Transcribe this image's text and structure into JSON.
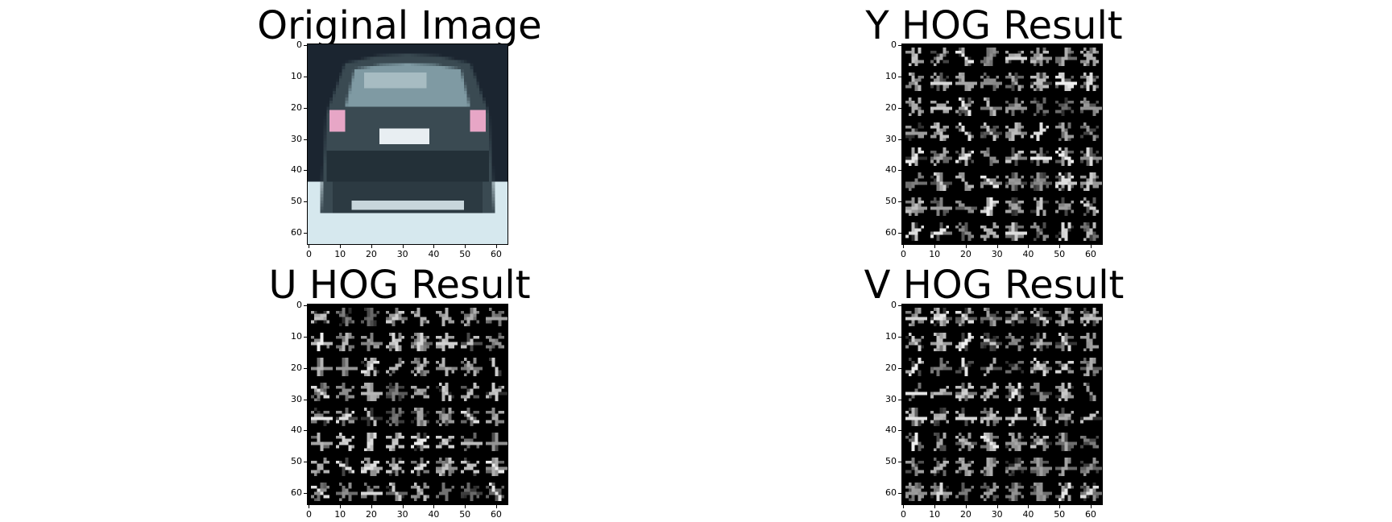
{
  "figure": {
    "panels": [
      {
        "title": "Original Image",
        "kind": "photo",
        "subject": "car-rear-thumbnail",
        "x_ticks": [
          "0",
          "10",
          "20",
          "30",
          "40",
          "50",
          "60"
        ],
        "y_ticks": [
          "0",
          "10",
          "20",
          "30",
          "40",
          "50",
          "60"
        ]
      },
      {
        "title": "Y HOG Result",
        "kind": "hog",
        "channel": "Y",
        "x_ticks": [
          "0",
          "10",
          "20",
          "30",
          "40",
          "50",
          "60"
        ],
        "y_ticks": [
          "0",
          "10",
          "20",
          "30",
          "40",
          "50",
          "60"
        ]
      },
      {
        "title": "U HOG Result",
        "kind": "hog",
        "channel": "U",
        "x_ticks": [
          "0",
          "10",
          "20",
          "30",
          "40",
          "50",
          "60"
        ],
        "y_ticks": [
          "0",
          "10",
          "20",
          "30",
          "40",
          "50",
          "60"
        ]
      },
      {
        "title": "V HOG Result",
        "kind": "hog",
        "channel": "V",
        "x_ticks": [
          "0",
          "10",
          "20",
          "30",
          "40",
          "50",
          "60"
        ],
        "y_ticks": [
          "0",
          "10",
          "20",
          "30",
          "40",
          "50",
          "60"
        ]
      }
    ],
    "axis_range": [
      0,
      64
    ],
    "colors": {
      "background": "#ffffff",
      "hog_background": "#000000",
      "hog_strokes": "#ffffff",
      "car_body": "#3a4a52",
      "taillight": "#e7a6c6",
      "road": "#d6e8ee"
    }
  }
}
